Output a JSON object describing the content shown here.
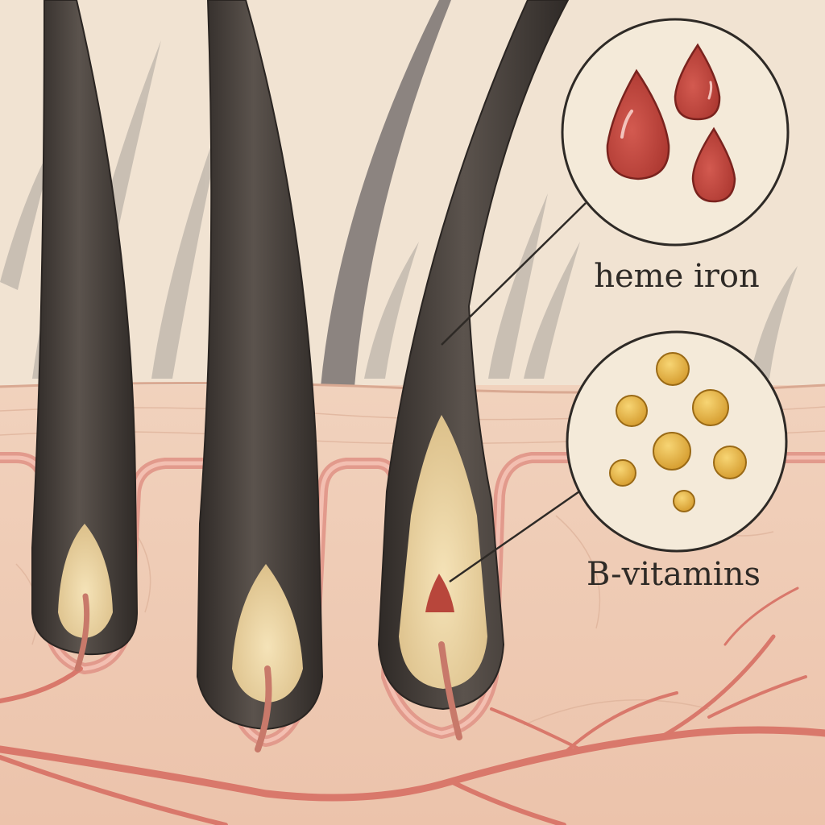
{
  "diagram": {
    "callouts": [
      {
        "id": "heme-iron",
        "label": "heme iron",
        "color": "#c0433a",
        "icon": "blood-drop-icon"
      },
      {
        "id": "b-vitamins",
        "label": "B-vitamins",
        "color": "#e0ad3a",
        "icon": "vitamin-bead-icon"
      }
    ],
    "palette": {
      "background": "#f1e3d2",
      "skin": "#efcbb3",
      "vessel": "#d98073",
      "hair": "#4b4541",
      "bulb": "#ead2a2"
    }
  }
}
